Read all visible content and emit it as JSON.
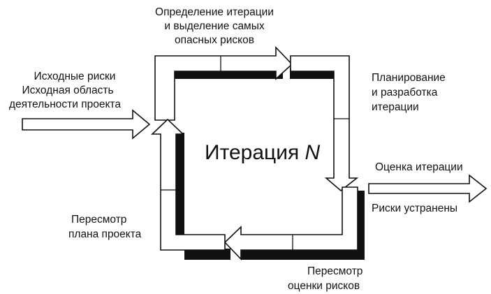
{
  "diagram": {
    "center": {
      "title": "Итерация ",
      "title_var": "N"
    },
    "labels": {
      "top": [
        "Определение итерации",
        "и выделение самых",
        "опасных рисков"
      ],
      "right_top": [
        "Планирование",
        "и разработка",
        "итерации"
      ],
      "left_top": [
        "Исходные риски",
        "Исходная область",
        "деятельности проекта"
      ],
      "left_bottom": [
        "Пересмотр",
        "плана проекта"
      ],
      "right_mid": [
        "Оценка итерации"
      ],
      "right_bottom": [
        "Риски устранены"
      ],
      "bottom": [
        "Пересмотр",
        "оценки рисков"
      ]
    },
    "colors": {
      "ink": "#111111",
      "background": "#ffffff"
    }
  }
}
